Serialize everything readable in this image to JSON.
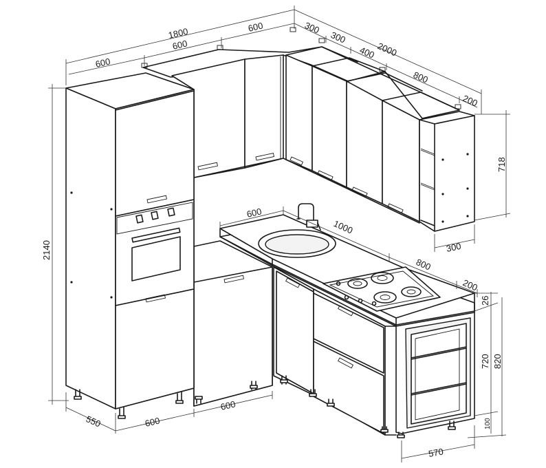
{
  "dimensions": {
    "top_total_width": "1800",
    "top_600_left": "600",
    "top_600_mid": "600",
    "top_600_right": "600",
    "top_300_a": "300",
    "top_300_b": "300",
    "side_total_width": "2000",
    "side_400": "400",
    "side_800": "800",
    "side_200_top": "200",
    "wall_cabinet_height": "718",
    "wall_shelf_depth": "300",
    "overall_height": "2140",
    "counter_600": "600",
    "counter_1000": "1000",
    "counter_800": "800",
    "counter_200": "200",
    "counter_thickness": "26",
    "base_height_720": "720",
    "base_height_820": "820",
    "plinth_100": "100",
    "base_depth_570": "570",
    "tall_depth_550": "550",
    "tall_width_600": "600",
    "base_width_600": "600"
  }
}
